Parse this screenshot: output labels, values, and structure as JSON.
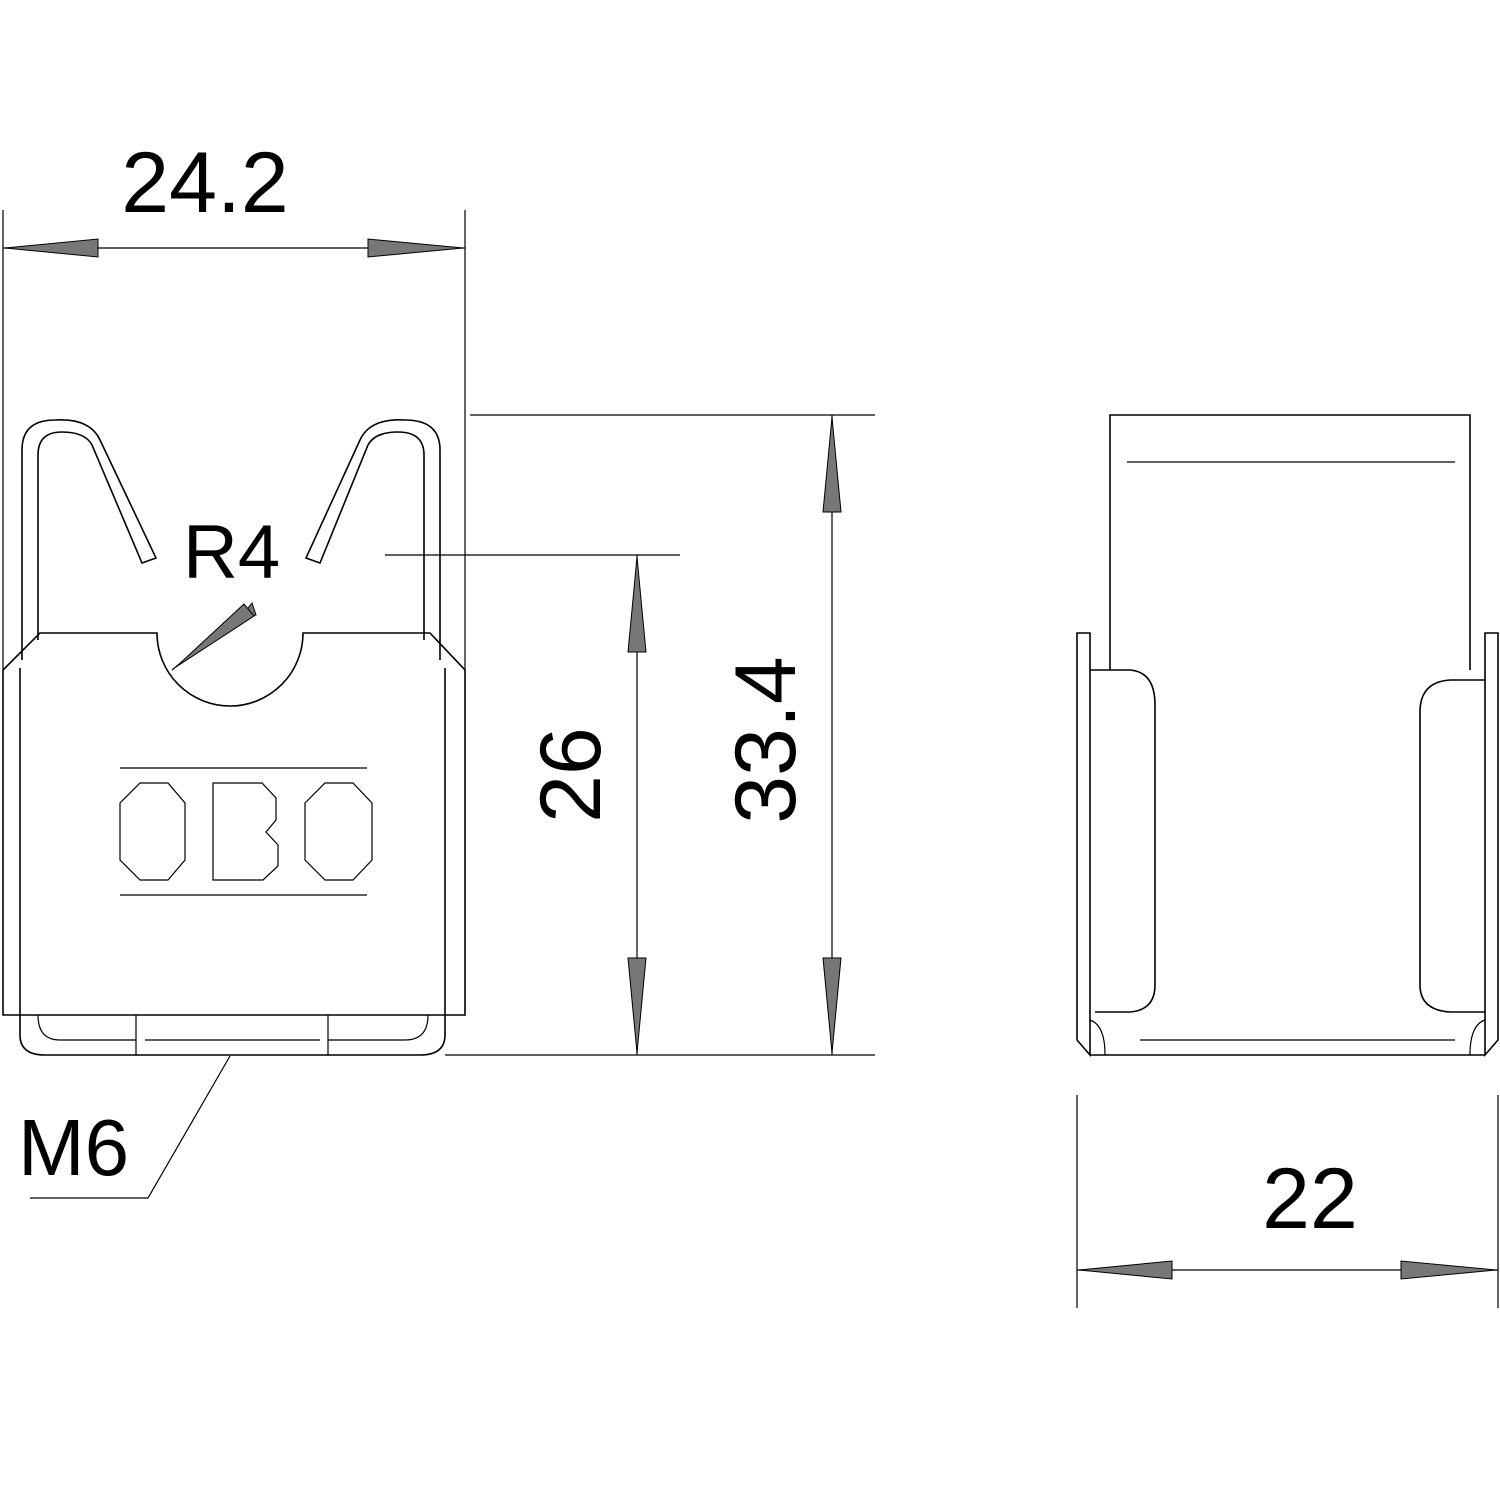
{
  "drawing": {
    "logo_text": "OBO",
    "dimensions": {
      "width_front": "24.2",
      "radius": "R4",
      "height_inner": "26",
      "height_total": "33.4",
      "thread": "M6",
      "width_side": "22"
    }
  }
}
